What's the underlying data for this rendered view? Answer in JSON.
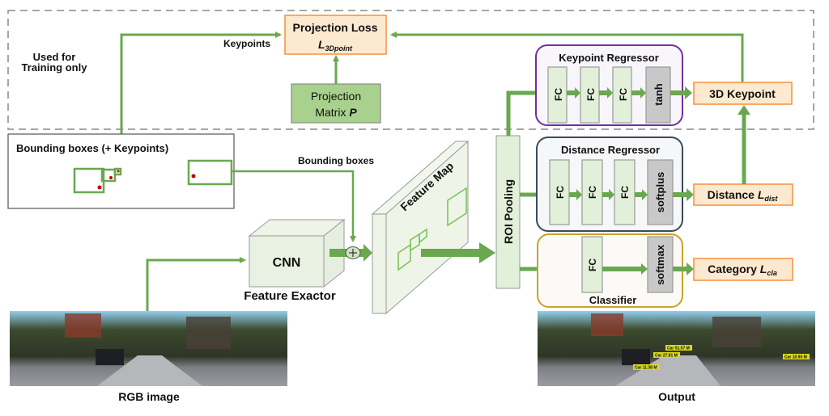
{
  "training_region": {
    "label_line1": "Used for",
    "label_line2": "Training only"
  },
  "projection_loss": {
    "title": "Projection Loss",
    "symbol": "L",
    "subscript": "3Dpoint"
  },
  "projection_matrix": {
    "line1": "Projection",
    "line2": "Matrix ",
    "symbol": "P"
  },
  "keypoints_label": "Keypoints",
  "bbox_panel": {
    "title": "Bounding boxes (+ Keypoints)"
  },
  "bbox_label": "Bounding boxes",
  "cnn": {
    "label": "CNN",
    "caption": "Feature Exactor"
  },
  "feature_map": {
    "label": "Feature Map"
  },
  "roi_pooling": {
    "label": "ROI Pooling"
  },
  "keypoint_regressor": {
    "title": "Keypoint Regressor",
    "layers": [
      "FC",
      "FC",
      "FC",
      "tanh"
    ],
    "border_color": "#7030a0"
  },
  "distance_regressor": {
    "title": "Distance Regressor",
    "layers": [
      "FC",
      "FC",
      "FC",
      "softplus"
    ],
    "border_color": "#3b4a5c"
  },
  "classifier": {
    "title": "Classifier",
    "layers": [
      "FC",
      "softmax"
    ],
    "border_color": "#c9a227"
  },
  "outputs": {
    "keypoint": {
      "label": "3D Keypoint"
    },
    "distance": {
      "label": "Distance ",
      "symbol": "L",
      "subscript": "dist"
    },
    "category": {
      "label": "Category ",
      "symbol": "L",
      "subscript": "cla"
    }
  },
  "input_image": {
    "caption": "RGB image"
  },
  "output_image": {
    "caption": "Output",
    "detections": [
      "Car 51.57 M",
      "Car 27.81 M",
      "Car 11.38 M",
      "Car 10.90 M"
    ]
  },
  "colors": {
    "arrow": "#6aa84f",
    "fc_fill": "#e2efd9",
    "output_fill": "#fde9cf",
    "output_border": "#f79646"
  }
}
